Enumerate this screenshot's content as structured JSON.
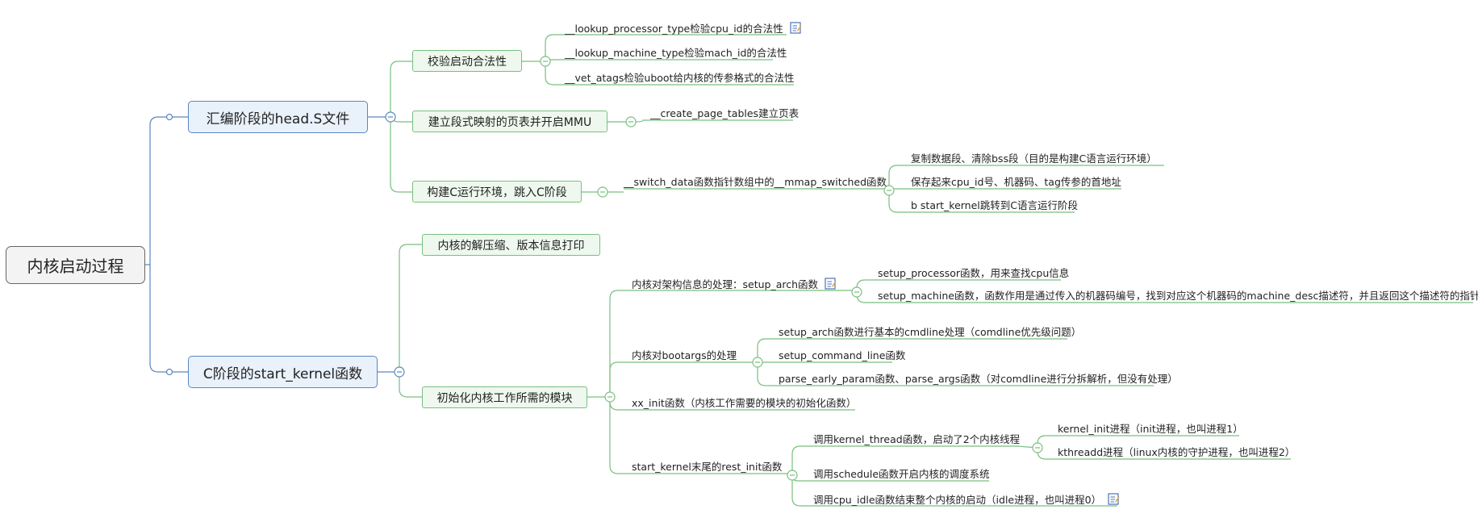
{
  "root": "内核启动过程",
  "branch1": {
    "title": "汇编阶段的head.S文件",
    "check": {
      "title": "校验启动合法性",
      "items": [
        "__lookup_processor_type检验cpu_id的合法性",
        "__lookup_machine_type检验mach_id的合法性",
        "__vet_atags检验uboot给内核的传参格式的合法性"
      ]
    },
    "mmu": {
      "title": "建立段式映射的页表并开启MMU",
      "item": "__create_page_tables建立页表"
    },
    "cenv": {
      "title": "构建C运行环境，跳入C阶段",
      "sub": "__switch_data函数指针数组中的__mmap_switched函数",
      "items": [
        "复制数据段、清除bss段（目的是构建C语言运行环境）",
        "保存起来cpu_id号、机器码、tag传参的首地址",
        "b start_kernel跳转到C语言运行阶段"
      ]
    }
  },
  "branch2": {
    "title": "C阶段的start_kernel函数",
    "decomp": "内核的解压缩、版本信息打印",
    "init": {
      "title": "初始化内核工作所需的模块",
      "arch": {
        "title": "内核对架构信息的处理：setup_arch函数",
        "items": [
          "setup_processor函数，用来查找cpu信息",
          "setup_machine函数，函数作用是通过传入的机器码编号，找到对应这个机器码的machine_desc描述符，并且返回这个描述符的指针"
        ]
      },
      "bootargs": {
        "title": "内核对bootargs的处理",
        "items": [
          "setup_arch函数进行基本的cmdline处理（comdline优先级问题）",
          "setup_command_line函数",
          "parse_early_param函数、parse_args函数（对comdline进行分拆解析，但没有处理）"
        ]
      },
      "xxinit": "xx_init函数（内核工作需要的模块的初始化函数）",
      "restinit": {
        "title": "start_kernel末尾的rest_init函数",
        "thread": {
          "title": "调用kernel_thread函数，启动了2个内核线程",
          "items": [
            "kernel_init进程（init进程，也叫进程1）",
            "kthreadd进程（linux内核的守护进程，也叫进程2）"
          ]
        },
        "schedule": "调用schedule函数开启内核的调度系统",
        "idle": "调用cpu_idle函数结束整个内核的启动（idle进程，也叫进程0）"
      }
    }
  },
  "colors": {
    "blue_line": "#5b87bf",
    "green_line": "#79bf7f",
    "blue_fill": "#e9f1fb",
    "green_fill": "#eef8ee",
    "root_fill": "#f3f3f3"
  },
  "icons": [
    "note-icon",
    "collapse-icon"
  ]
}
